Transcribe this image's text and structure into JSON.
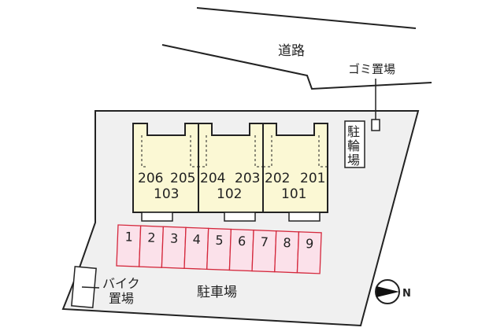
{
  "road": {
    "label": "道路"
  },
  "garbage": {
    "label": "ゴミ置場"
  },
  "bicycle_parking": {
    "label_chars": [
      "駐",
      "輪",
      "場"
    ]
  },
  "buildings": [
    {
      "upper": [
        "206",
        "205"
      ],
      "lower": "103"
    },
    {
      "upper": [
        "204",
        "203"
      ],
      "lower": "102"
    },
    {
      "upper": [
        "202",
        "201"
      ],
      "lower": "101"
    }
  ],
  "parking": {
    "label": "駐車場",
    "spaces": [
      "1",
      "2",
      "3",
      "4",
      "5",
      "6",
      "7",
      "8",
      "9"
    ]
  },
  "bike_parking": {
    "line1": "バイク",
    "line2": "置場"
  },
  "compass": {
    "label": "N"
  },
  "colors": {
    "building_fill": "#fbf8d4",
    "parking_fill": "#fbe1ea",
    "parking_stroke": "#d4283c",
    "lot_fill": "#f0f0f0"
  }
}
